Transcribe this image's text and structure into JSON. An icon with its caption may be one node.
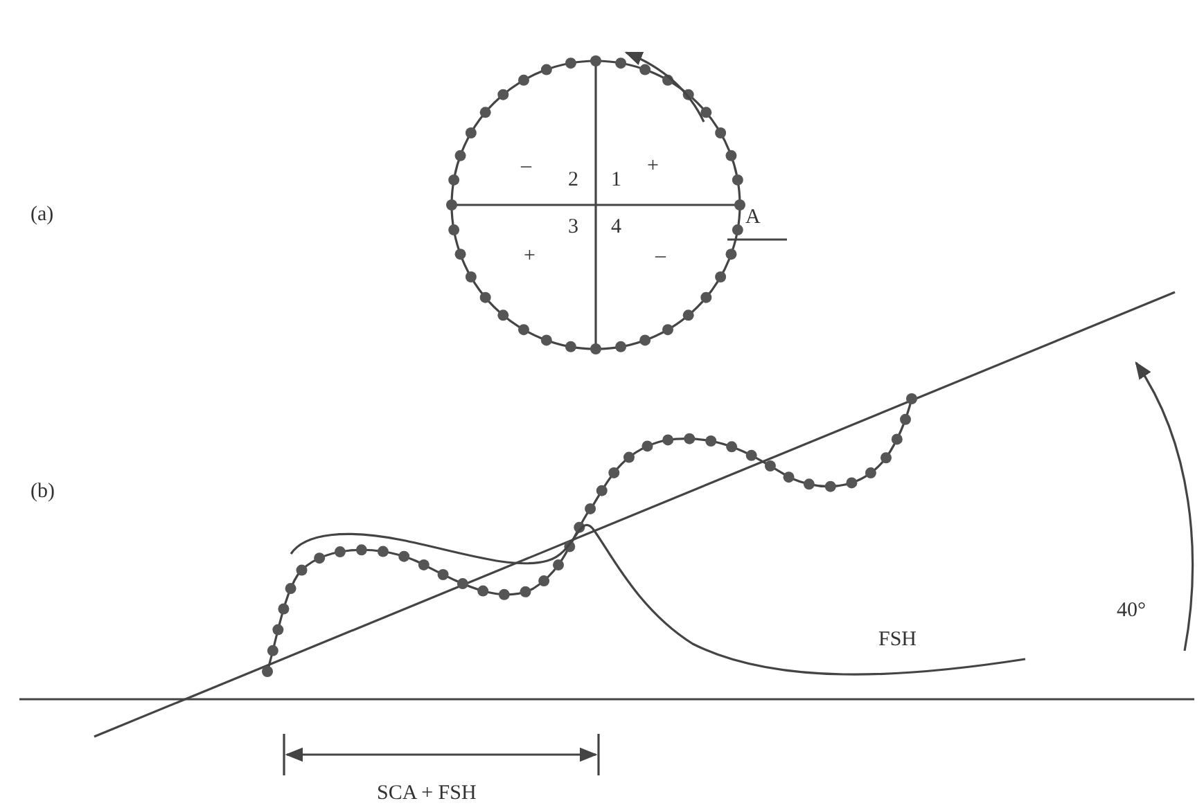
{
  "diagram": {
    "labels": [
      "–",
      "+",
      "(a)",
      "2",
      "1",
      "A",
      "3",
      "4",
      "+",
      "–",
      "(b)",
      "40°",
      "FSH",
      "SCA + FSH"
    ]
  }
}
